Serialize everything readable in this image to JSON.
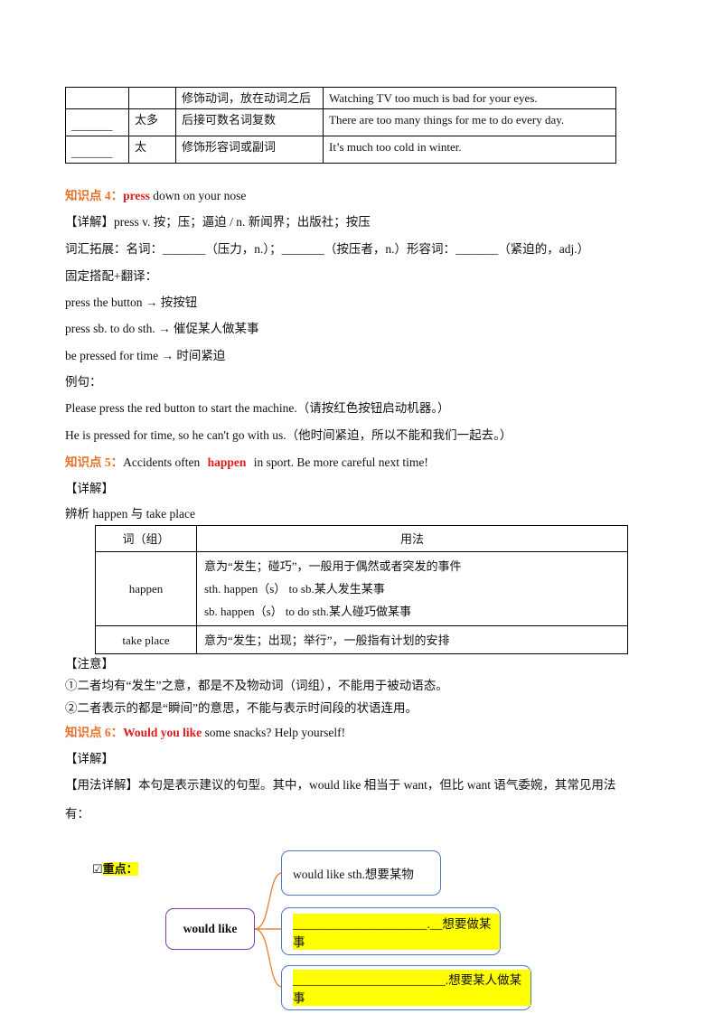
{
  "table1": {
    "rows": [
      {
        "c1": "",
        "c2": "",
        "c3": "修饰动词，放在动词之后",
        "c4": "Watching TV too much is bad for your eyes."
      },
      {
        "c1": "_______",
        "c2": "太多",
        "c3": "后接可数名词复数",
        "c4": "There are too many things for me to do every day."
      },
      {
        "c1": "_______",
        "c2": "太",
        "c3": "修饰形容词或副词",
        "c4": "It’s much too cold in winter."
      }
    ]
  },
  "kp4": {
    "label": "知识点 4：",
    "key": "press",
    "rest": " down on your nose",
    "detail": "【详解】press v. 按；压；逼迫 / n. 新闻界；出版社；按压",
    "vocab": "词汇拓展：名词：_______（压力，n.）；_______（按压者，n.）形容词：_______（紧迫的，adj.）",
    "fixed": "固定搭配+翻译：",
    "phrases": [
      "press the button → 按按钮",
      "press sb. to do sth. → 催促某人做某事",
      "be pressed for time → 时间紧迫"
    ],
    "example_label": "例句：",
    "examples": [
      "Please press the red button to start the machine.（请按红色按钮启动机器。）",
      "He is pressed for time, so he can't go with us.（他时间紧迫，所以不能和我们一起去。）"
    ]
  },
  "kp5": {
    "label": "知识点 5：",
    "pre": "Accidents often ",
    "key": "happen",
    "post": " in sport. Be more careful next time!",
    "detail": "【详解】",
    "analysis": "辨析 happen 与 take place",
    "table": {
      "headers": [
        "词（组）",
        "用法"
      ],
      "rows": [
        {
          "word": "happen",
          "usage": [
            "意为“发生；碰巧”，一般用于偶然或者突发的事件",
            "sth. happen（s） to sb.某人发生某事",
            "sb. happen（s） to do sth.某人碰巧做某事"
          ]
        },
        {
          "word": "take place",
          "usage": [
            "意为“发生；出现；举行”，一般指有计划的安排"
          ]
        }
      ]
    },
    "note_label": "【注意】",
    "notes": [
      "①二者均有“发生”之意，都是不及物动词（词组），不能用于被动语态。",
      "②二者表示的都是“瞬间”的意思，不能与表示时间段的状语连用。"
    ]
  },
  "kp6": {
    "label": "知识点 6：",
    "key": "Would you like",
    "rest": " some snacks? Help yourself!",
    "detail": "【详解】",
    "usage_line1": "【用法详解】本句是表示建议的句型。其中，would like 相当于 want，但比 want 语气委婉，其常见用法",
    "usage_line2": "有："
  },
  "mindmap": {
    "focus_label": "重点：",
    "center": "would  like",
    "branches": [
      "would  like  sth.想要某物",
      "______________________.__想要做某事",
      "_________________________.想要某人做某事"
    ],
    "accent": "#4a78c8",
    "center_border": "#7b3fb5",
    "connector": "#e8863a"
  }
}
